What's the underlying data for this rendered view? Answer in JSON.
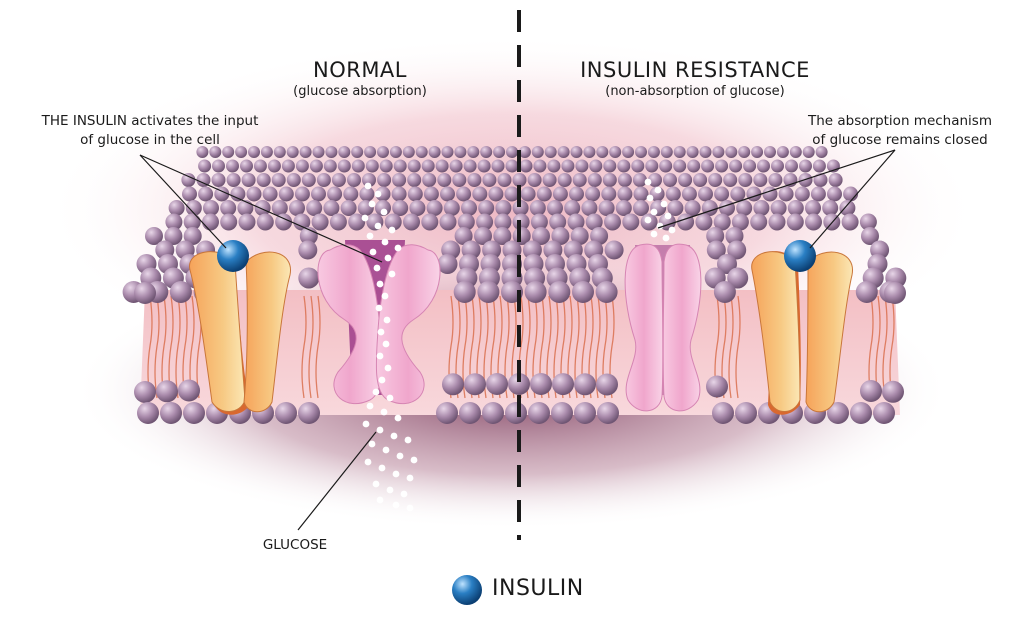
{
  "normal": {
    "title": "NORMAL",
    "subtitle": "(glucose absorption)"
  },
  "resistance": {
    "title": "INSULIN RESISTANCE",
    "subtitle": "(non-absorption of glucose)"
  },
  "annotations": {
    "insulin_activates_line1": "THE INSULIN activates the input",
    "insulin_activates_line2": "of glucose in the cell",
    "mechanism_closed_line1": "The absorption mechanism",
    "mechanism_closed_line2": "of glucose remains closed",
    "glucose": "GLUCOSE"
  },
  "legend": {
    "insulin": "INSULIN"
  },
  "colors": {
    "lipid_head": "#9c7f9e",
    "lipid_tail": "#d9704f",
    "receptor": "#f2b25e",
    "transporter": "#f0a6cc",
    "insulin": "#2a7fc4",
    "glucose": "#ffffff",
    "halo": "#f2c6cf"
  }
}
